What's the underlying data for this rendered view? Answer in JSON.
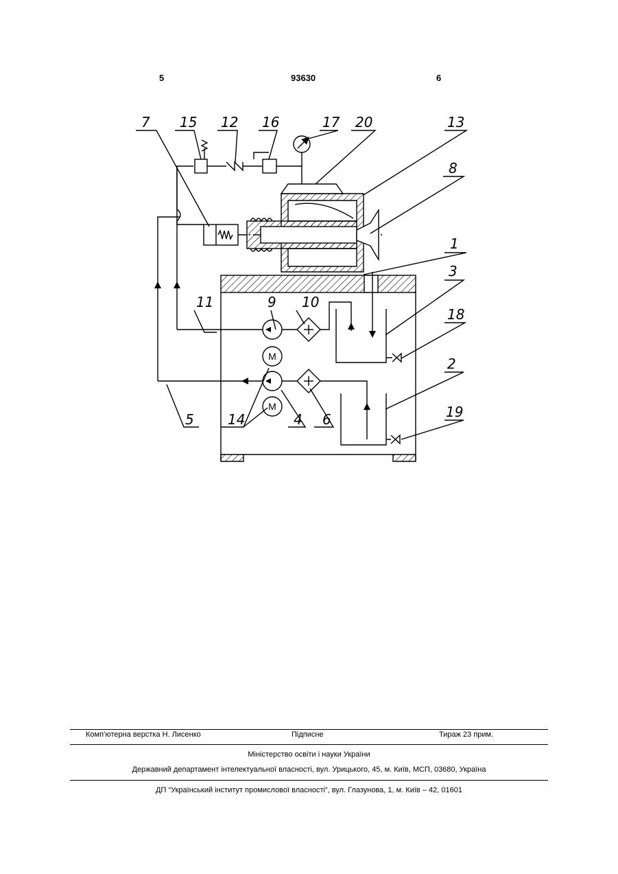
{
  "header": {
    "left_page": "5",
    "patent_number": "93630",
    "right_page": "6"
  },
  "figure": {
    "labels": {
      "l7": "7",
      "l15": "15",
      "l12": "12",
      "l16": "16",
      "l17": "17",
      "l20": "20",
      "l13": "13",
      "l8": "8",
      "l1": "1",
      "l3": "3",
      "l18": "18",
      "l2": "2",
      "l19": "19",
      "l11": "11",
      "l9": "9",
      "l10": "10",
      "l5": "5",
      "l14": "14",
      "l4": "4",
      "l6": "6",
      "m1": "M",
      "m2": "M"
    }
  },
  "footer": {
    "typeset": "Комп’ютерна верстка Н. Лисенко",
    "signed": "Підписне",
    "circulation": "Тираж 23 прим.",
    "ministry": "Міністерство освіти і науки України",
    "department": "Державний департамент інтелектуальної власності, вул. Урицького, 45, м. Київ, МСП, 03680, Україна",
    "institute": "ДП “Український інститут промислової власності”, вул. Глазунова, 1, м. Київ – 42, 01601"
  }
}
